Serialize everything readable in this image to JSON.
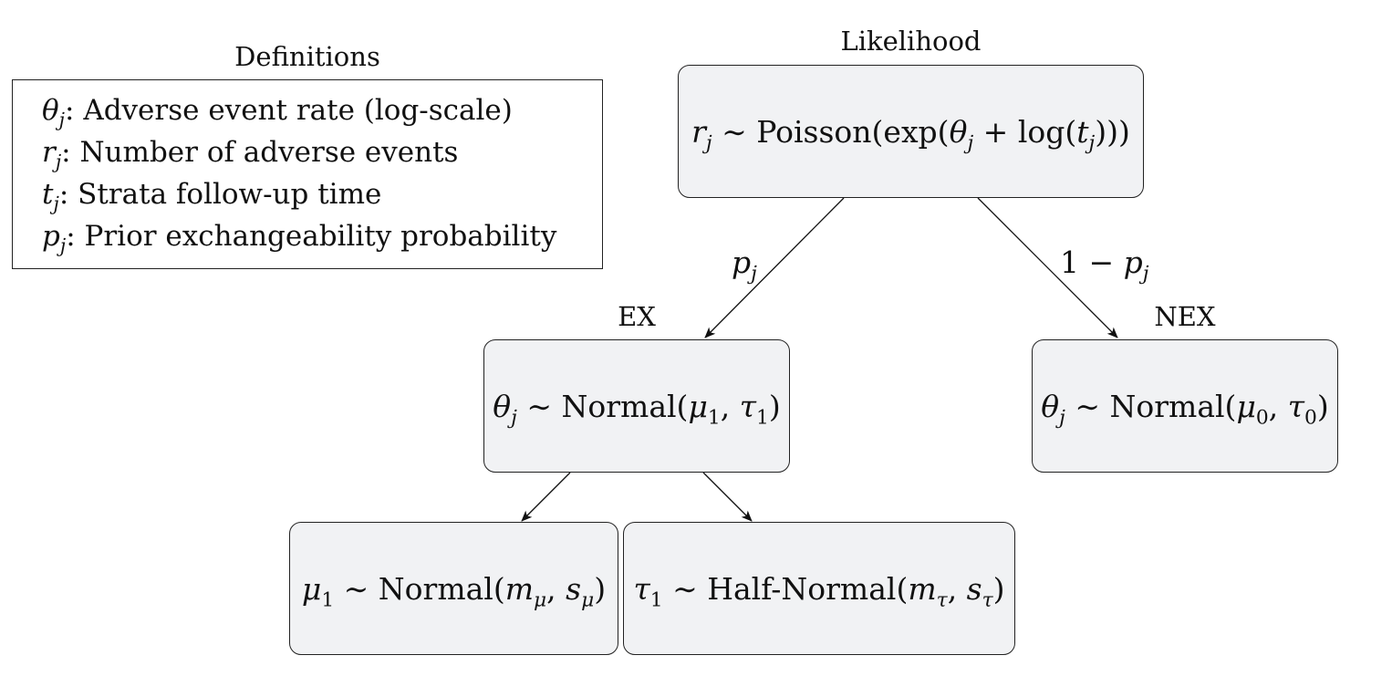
{
  "definitions": {
    "title": "Definitions",
    "items": [
      {
        "symbol": "θ",
        "subscript": "j",
        "text": ": Adverse event rate (log-scale)"
      },
      {
        "symbol": "r",
        "subscript": "j",
        "text": ": Number of adverse events"
      },
      {
        "symbol": "t",
        "subscript": "j",
        "text": ": Strata follow-up time"
      },
      {
        "symbol": "p",
        "subscript": "j",
        "text": ": Prior exchangeability probability"
      }
    ]
  },
  "nodes": {
    "likelihood": {
      "title": "Likelihood",
      "formula": "r_j ∼ Poisson(exp(θ_j + log(t_j)))"
    },
    "ex": {
      "title": "EX",
      "formula": "θ_j ∼ Normal(μ_1, τ_1)"
    },
    "nex": {
      "title": "NEX",
      "formula": "θ_j ∼ Normal(μ_0, τ_0)"
    },
    "mu_prior": {
      "formula": "μ_1 ∼ Normal(m_μ, s_μ)"
    },
    "tau_prior": {
      "formula": "τ_1 ∼ Half-Normal(m_τ, s_τ)"
    }
  },
  "edges": {
    "to_ex_label": "p_j",
    "to_nex_label": "1 − p_j"
  }
}
